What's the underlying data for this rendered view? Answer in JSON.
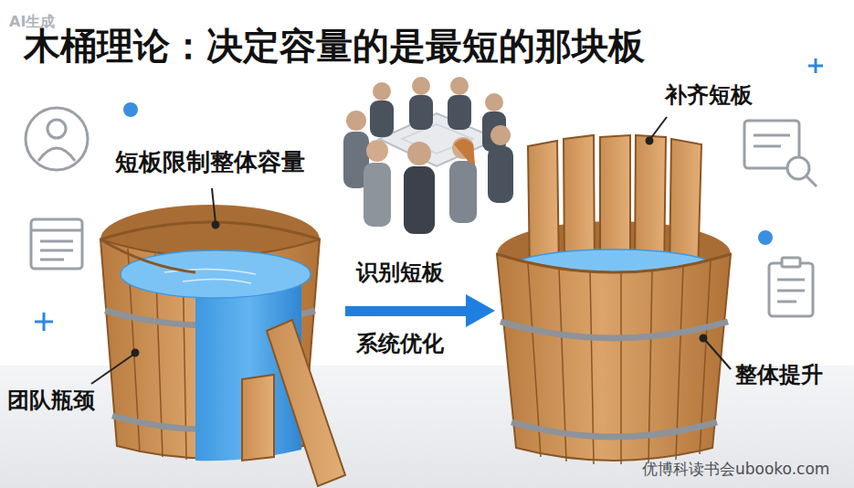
{
  "diagram": {
    "title": "木桶理论：决定容量的是最短的那块板",
    "labels": [
      "短板限制整体容量",
      "团队瓶颈",
      "识别短板",
      "系统优化",
      "补齐短板",
      "整体提升",
      "优博科读书会ubooko.com",
      "AI生成"
    ]
  }
}
